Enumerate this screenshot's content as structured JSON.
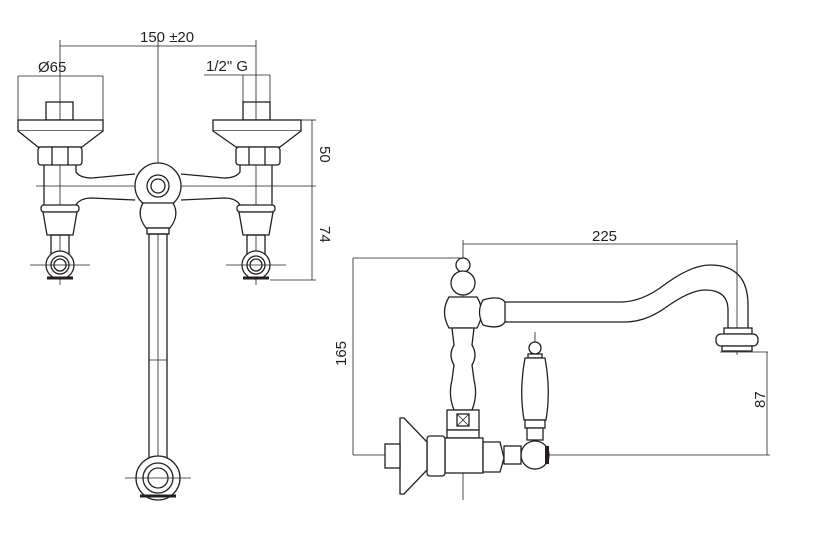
{
  "front_view": {
    "width_dim": "150 ±20",
    "diameter_dim": "Ø65",
    "thread_dim": "1/2\" G",
    "height_upper_dim": "50",
    "height_lower_dim": "74"
  },
  "side_view": {
    "reach_dim": "225",
    "total_height_dim": "165",
    "spout_height_dim": "87"
  },
  "colors": {
    "line": "#231f20",
    "background": "#ffffff"
  }
}
